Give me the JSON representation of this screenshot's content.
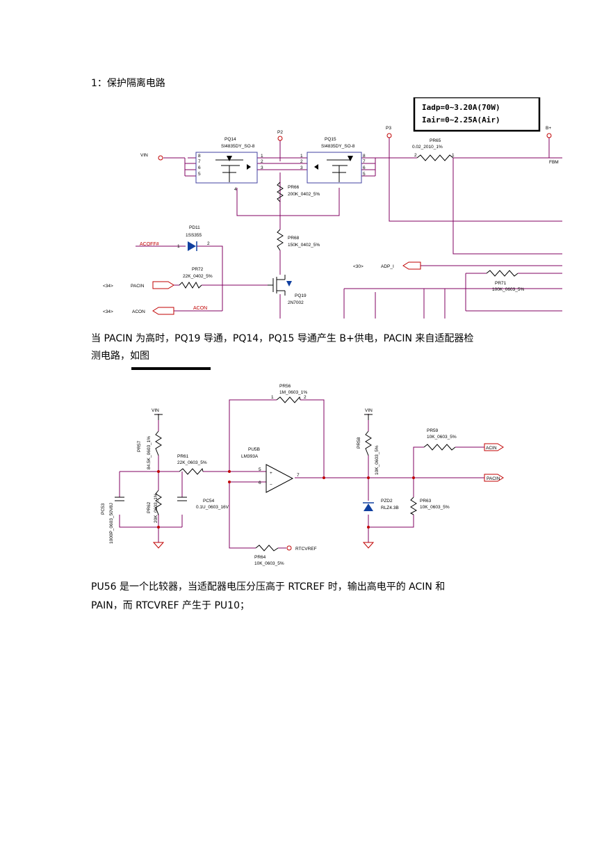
{
  "heading": "1：保护隔离电路",
  "para1_line1": "当 PACIN 为高时，PQ19 导通，PQ14，PQ15 导通产生 B+供电，PACIN 来自适配器检",
  "para1_line2": "测电路，如图",
  "para2_line1": "PU56 是一个比较器，当适配器电压分压高于 RTCREF 时，输出高电平的 ACIN 和",
  "para2_line2": "PAIN，而 RTCVREF 产生于 PU10；",
  "schematic1": {
    "note_line1": "Iadp=0~3.20A(70W)",
    "note_line2": "Iair=0~2.25A(Air)",
    "vin": "VIN",
    "p2": "P2",
    "p3": "P3",
    "bplus": "B+",
    "fbm": "FBM",
    "pq14_ref": "PQ14",
    "pq14_val": "SI4835DY_SO-8",
    "pq15_ref": "PQ15",
    "pq15_val": "SI4835DY_SO-8",
    "pr65_ref": "PR65",
    "pr65_val": "0.02_2010_1%",
    "pr66_ref": "PR66",
    "pr66_val": "200K_0402_5%",
    "pr68_ref": "PR68",
    "pr68_val": "150K_0402_5%",
    "pd11_ref": "PD11",
    "pd11_val": "1SS355",
    "acoff": "ACOFF#",
    "pr72_ref": "PR72",
    "pr72_val": "22K_0402_5%",
    "pacin": "PACIN",
    "acon_net": "ACON",
    "acon_port": "ACON",
    "pq19_ref": "PQ19",
    "pq19_val": "2N7002",
    "adp_i": "ADP_I",
    "pr71_ref": "PR71",
    "pr71_val": "100K_0603_5%",
    "ref34": "<34>",
    "ref30": "<30>"
  },
  "schematic2": {
    "vin": "VIN",
    "pr56_ref": "PR56",
    "pr56_val": "1M_0603_1%",
    "pr57_ref": "PR57",
    "pr57_val": "84.5K_0603_1%",
    "pr61_ref": "PR61",
    "pr61_val": "22K_0603_5%",
    "pu5_ref": "PU5B",
    "pu5_val": "LM393A",
    "pr58_ref": "PR58",
    "pr58_val": "10K_0603_5%",
    "pr59_ref": "PR59",
    "pr59_val": "10K_0603_5%",
    "acin": "ACIN",
    "pacin": "PACIN",
    "pc53_ref": "PC53",
    "pc53_val": "1000P_0603_50V8J",
    "pr62_ref": "PR62",
    "pr62_val": "20K_0603_1%",
    "pc54_ref": "PC54",
    "pc54_val": "0.1U_0603_16V",
    "pzd2_ref": "PZD2",
    "pzd2_val": "RLZ4.3B",
    "pr63_ref": "PR63",
    "pr63_val": "10K_0603_5%",
    "rtcvref": "RTCVREF",
    "pr64_ref": "PR64",
    "pr64_val": "10K_0603_5%"
  }
}
